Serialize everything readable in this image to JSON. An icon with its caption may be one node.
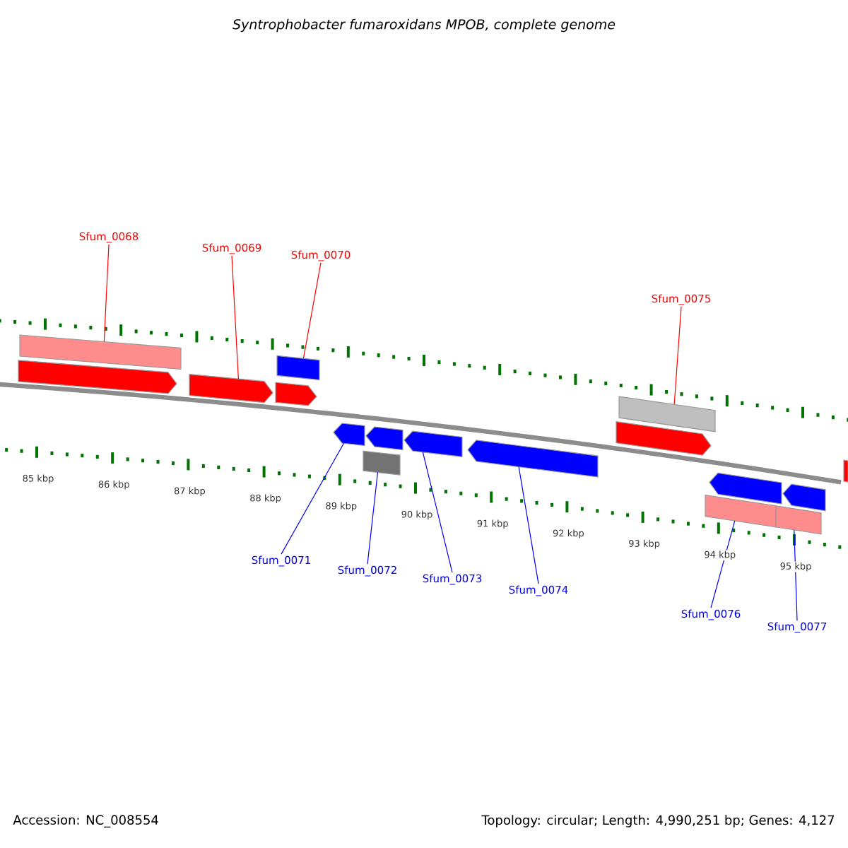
{
  "diagram": {
    "title": "Syntrophobacter fumaroxidans MPOB, complete genome",
    "nodes": [
      {
        "text": [
          "Sfum_0068"
        ]
      },
      {
        "text": [
          "Sfum_0069"
        ]
      },
      {
        "text": [
          "Sfum_0070"
        ]
      },
      {
        "text": [
          "Sfum_0075"
        ]
      },
      {
        "text": [
          "Sfum_0071"
        ]
      },
      {
        "text": [
          "Sfum_0072"
        ]
      },
      {
        "text": [
          "Sfum_0073"
        ]
      },
      {
        "text": [
          "Sfum_0074"
        ]
      },
      {
        "text": [
          "Sfum_0076"
        ]
      },
      {
        "text": [
          "Sfum_0077"
        ]
      },
      {
        "text": [],
        "shape": "bar"
      },
      {
        "text": [],
        "shape": "pentagon"
      },
      {
        "text": [],
        "shape": "pentagon"
      },
      {
        "text": [],
        "shape": "bar"
      },
      {
        "text": [],
        "shape": "pentagon"
      },
      {
        "text": [],
        "shape": "pentagon"
      },
      {
        "text": [],
        "shape": "bar"
      },
      {
        "text": [],
        "shape": "pentagon"
      },
      {
        "text": [],
        "shape": "pentagon"
      },
      {
        "text": [],
        "shape": "pentagon"
      },
      {
        "text": [],
        "shape": "pentagon"
      },
      {
        "text": [],
        "shape": "bar"
      },
      {
        "text": [],
        "shape": "bar"
      },
      {
        "text": [],
        "shape": "pentagon"
      },
      {
        "text": [],
        "shape": "bar"
      },
      {
        "text": [],
        "shape": "pentagon"
      },
      {
        "text": [],
        "shape": "pentagon"
      }
    ],
    "edges": [
      {
        "from": 0,
        "to": 10,
        "arrow": "none",
        "color": "#ff0000"
      },
      {
        "from": 1,
        "to": 12,
        "arrow": "none",
        "color": "#ff0000"
      },
      {
        "from": 2,
        "to": 13,
        "arrow": "none",
        "color": "#ff0000"
      },
      {
        "from": 3,
        "to": 21,
        "arrow": "none",
        "color": "#ff0000"
      },
      {
        "from": 4,
        "to": 15,
        "arrow": "none",
        "color": "#0000ff"
      },
      {
        "from": 5,
        "to": 16,
        "arrow": "none",
        "color": "#0000ff"
      },
      {
        "from": 6,
        "to": 18,
        "arrow": "none",
        "color": "#0000ff"
      },
      {
        "from": 7,
        "to": 19,
        "arrow": "none",
        "color": "#0000ff"
      },
      {
        "from": 8,
        "to": 22,
        "arrow": "none",
        "color": "#0000ff"
      },
      {
        "from": 9,
        "to": 24,
        "arrow": "none",
        "color": "#0000ff"
      }
    ],
    "labels": [
      "85 kbp",
      "86 kbp",
      "87 kbp",
      "88 kbp",
      "89 kbp",
      "90 kbp",
      "91 kbp",
      "92 kbp",
      "93 kbp",
      "94 kbp",
      "95 kbp",
      "Accession: NC_008554",
      "Topology: circular; Length: 4,990,251 bp; Genes: 4,127"
    ]
  }
}
